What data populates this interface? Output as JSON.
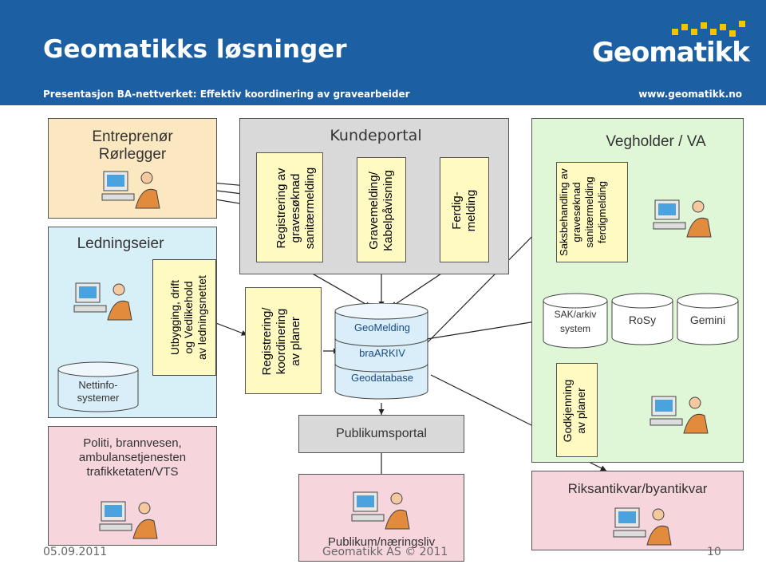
{
  "header": {
    "title": "Geomatikks løsninger",
    "subtitle": "Presentasjon BA-nettverket: Effektiv koordinering av gravearbeider",
    "website": "www.geomatikk.no",
    "logo_text": "Geomatikk"
  },
  "left": {
    "contractor_title": "Entreprenør\nRørlegger",
    "owner_title": "Ledningseier",
    "owner_vertical": "Utbygging, drift\nog Vedlikehold\nav ledningsnettet",
    "netinfo": "Nettinfo-\nsystemer",
    "emergency": "Politi, brannvesen,\nambulansetjenesten\ntrafikketaten/VTS"
  },
  "middle": {
    "portal_title": "Kundeportal",
    "col1": "Registrering av\ngravesøknad\nsanitærmelding",
    "col2": "Gravemelding/\nKabelpåvisning",
    "col3": "Ferdig-\nmelding",
    "reg_koord": "Registrering/\nkoordinering\nav planer",
    "db_geomelding": "GeoMelding",
    "db_braarkiv": "braARKIV",
    "db_geodatabase": "Geodatabase",
    "publikumsportal": "Publikumsportal",
    "publikum": "Publikum/næringsliv"
  },
  "right": {
    "title": "Vegholder / VA",
    "saksbehandling": "Saksbehandling av\ngravesøknad\nsanitærmelding\nferdigmelding",
    "sak_arkiv_line1": "SAK/arkiv",
    "sak_arkiv_line2": "system",
    "rosy": "RoSy",
    "gemini": "Gemini",
    "godkjenning": "Godkjenning\nav planer",
    "riksantikvar": "Riksantikvar/byantikvar"
  },
  "footer": {
    "date": "05.09.2011",
    "copyright": "Geomatikk AS © 2011",
    "page": "10"
  },
  "colors": {
    "brand_blue": "#1d5fa3",
    "contractor_bg": "#fbe7c0",
    "owner_bg": "#d7f0f8",
    "emergency_bg": "#f6d5dd",
    "portal_bg": "#d9d9d9",
    "vegholder_bg": "#dff7d7",
    "column_bg": "#fff9c2",
    "cylinder_bg": "#d9eef8"
  },
  "icons": [
    "computer-user-icon"
  ]
}
